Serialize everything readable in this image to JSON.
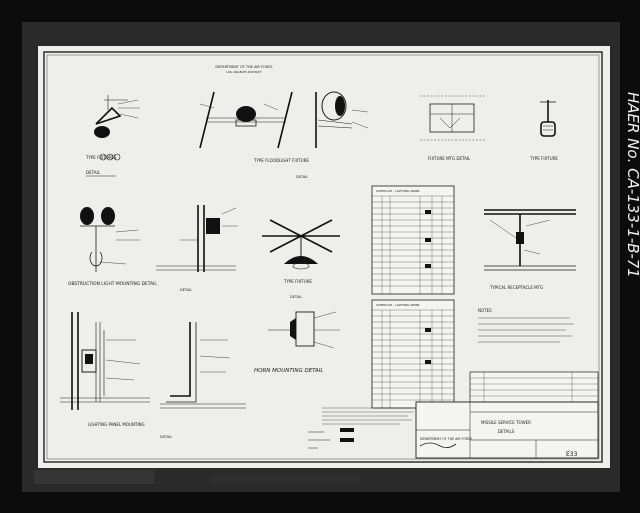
{
  "sheet": {
    "header_agency": "DEPARTMENT OF THE AIR FORCE",
    "header_district": "LOS ANGELES DISTRICT",
    "sheet_number": "E33",
    "archive_ref": "HAER No. CA-133-1-B-71"
  },
  "details": {
    "type_fixtures": "TYPE FIXTURES",
    "floodlight_fixture": "TYPE FLOODLIGHT FIXTURE",
    "fixture_mounting": "FIXTURE MTG DETAIL",
    "type_fixture": "TYPE FIXTURE",
    "obstruction_light": "OBSTRUCTION LIGHT MOUNTING DETAIL",
    "detail_generic": "DETAIL",
    "type_fixture_2": "TYPE FIXTURE",
    "typical_receptacle": "TYPICAL RECEPTACLE MTG",
    "horn_mounting": "HORN MOUNTING DETAIL",
    "lighting_panel": "LIGHTING PANEL MOUNTING",
    "detail_bottom": "DETAIL"
  },
  "schedules": {
    "upper_title": "SCHEDULE - LIGHTING PANEL",
    "lower_title": "SCHEDULE - LIGHTING PANEL"
  },
  "title_block": {
    "agency": "DEPARTMENT OF THE AIR FORCE",
    "project": "MISSILE SERVICE TOWER",
    "drawing": "DETAILS",
    "sheet": "E33"
  },
  "notes": {
    "heading": "NOTES"
  }
}
